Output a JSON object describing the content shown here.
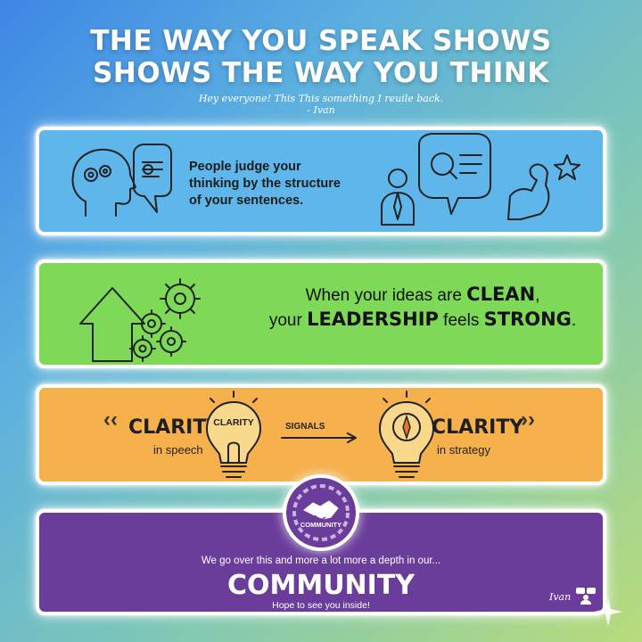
{
  "header": {
    "title_line1": "THE WAY YOU SPEAK SHOWS",
    "title_line2": "SHOWS THE WAY YOU THINK",
    "subtitle_line1": "Hey everyone! This This something I reuile back.",
    "subtitle_line2": "- Ivan"
  },
  "panel1": {
    "text_line1": "People judge your",
    "text_line2": "thinking by the structure",
    "text_line3": "of your sentences."
  },
  "panel2": {
    "line1_pre": "When your ideas are ",
    "line1_em": "CLEAN",
    "line1_post": ",",
    "line2_pre": "your ",
    "line2_em1": "LEADERSHIP",
    "line2_mid": " feels ",
    "line2_em2": "STRONG",
    "line2_post": "."
  },
  "panel3": {
    "left_big": "CLARITY",
    "left_small": "in speech",
    "bulb_label": "CLARITY",
    "arrow_label": "SIGNALS",
    "right_big": "CLARITY",
    "right_small": "in strategy"
  },
  "panel4": {
    "badge_label": "COMMUNITY",
    "intro": "We go over this and more a lot more a depth in our...",
    "headline": "COMMUNITY",
    "outro": "Hope to see you inside!",
    "signature": "Ivan"
  },
  "colors": {
    "panel1": "#5fb6ea",
    "panel2": "#7ed957",
    "panel3": "#f6b04c",
    "panel4": "#6a3d9a",
    "text_dark": "#1c1c1c",
    "text_light": "#ffffff"
  },
  "icons": {
    "panel1": [
      "head-gears-icon",
      "speech-bubble-icon",
      "businessman-icon",
      "magnifier-bubble-icon",
      "flexed-arm-icon",
      "star-icon"
    ],
    "panel2": [
      "up-arrow-icon",
      "gears-icon"
    ],
    "panel3": [
      "lightbulb-icon",
      "right-arrow-icon",
      "compass-bulb-icon"
    ],
    "panel4": [
      "handshake-badge-icon",
      "chat-user-icon",
      "sparkle-icon"
    ]
  }
}
